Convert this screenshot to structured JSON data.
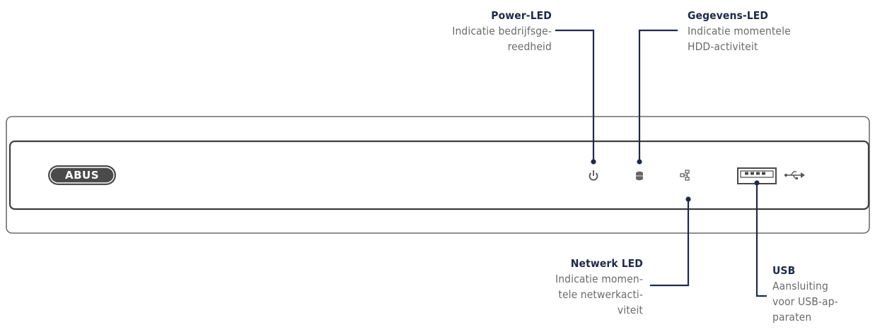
{
  "device": {
    "brand": "ABUS"
  },
  "callouts": {
    "power": {
      "title": "Power-LED",
      "lines": [
        "Indicatie bedrijfsge-",
        "reedheid"
      ],
      "icon": "power-icon"
    },
    "data": {
      "title": "Gegevens-LED",
      "lines": [
        "Indicatie momentele",
        "HDD-activiteit"
      ],
      "icon": "hdd-icon"
    },
    "network": {
      "title": "Netwerk LED",
      "lines": [
        "Indicatie momen-",
        "tele netwerkacti-",
        "viteit"
      ],
      "icon": "network-icon"
    },
    "usb": {
      "title": "USB",
      "lines": [
        "Aansluiting",
        "voor USB-ap-",
        "paraten"
      ],
      "icon": "usb-icon"
    }
  },
  "colors": {
    "leader": "#1d2a4a",
    "outline": "#555555",
    "title": "#1d2a4a",
    "text": "#6b6b6b"
  }
}
